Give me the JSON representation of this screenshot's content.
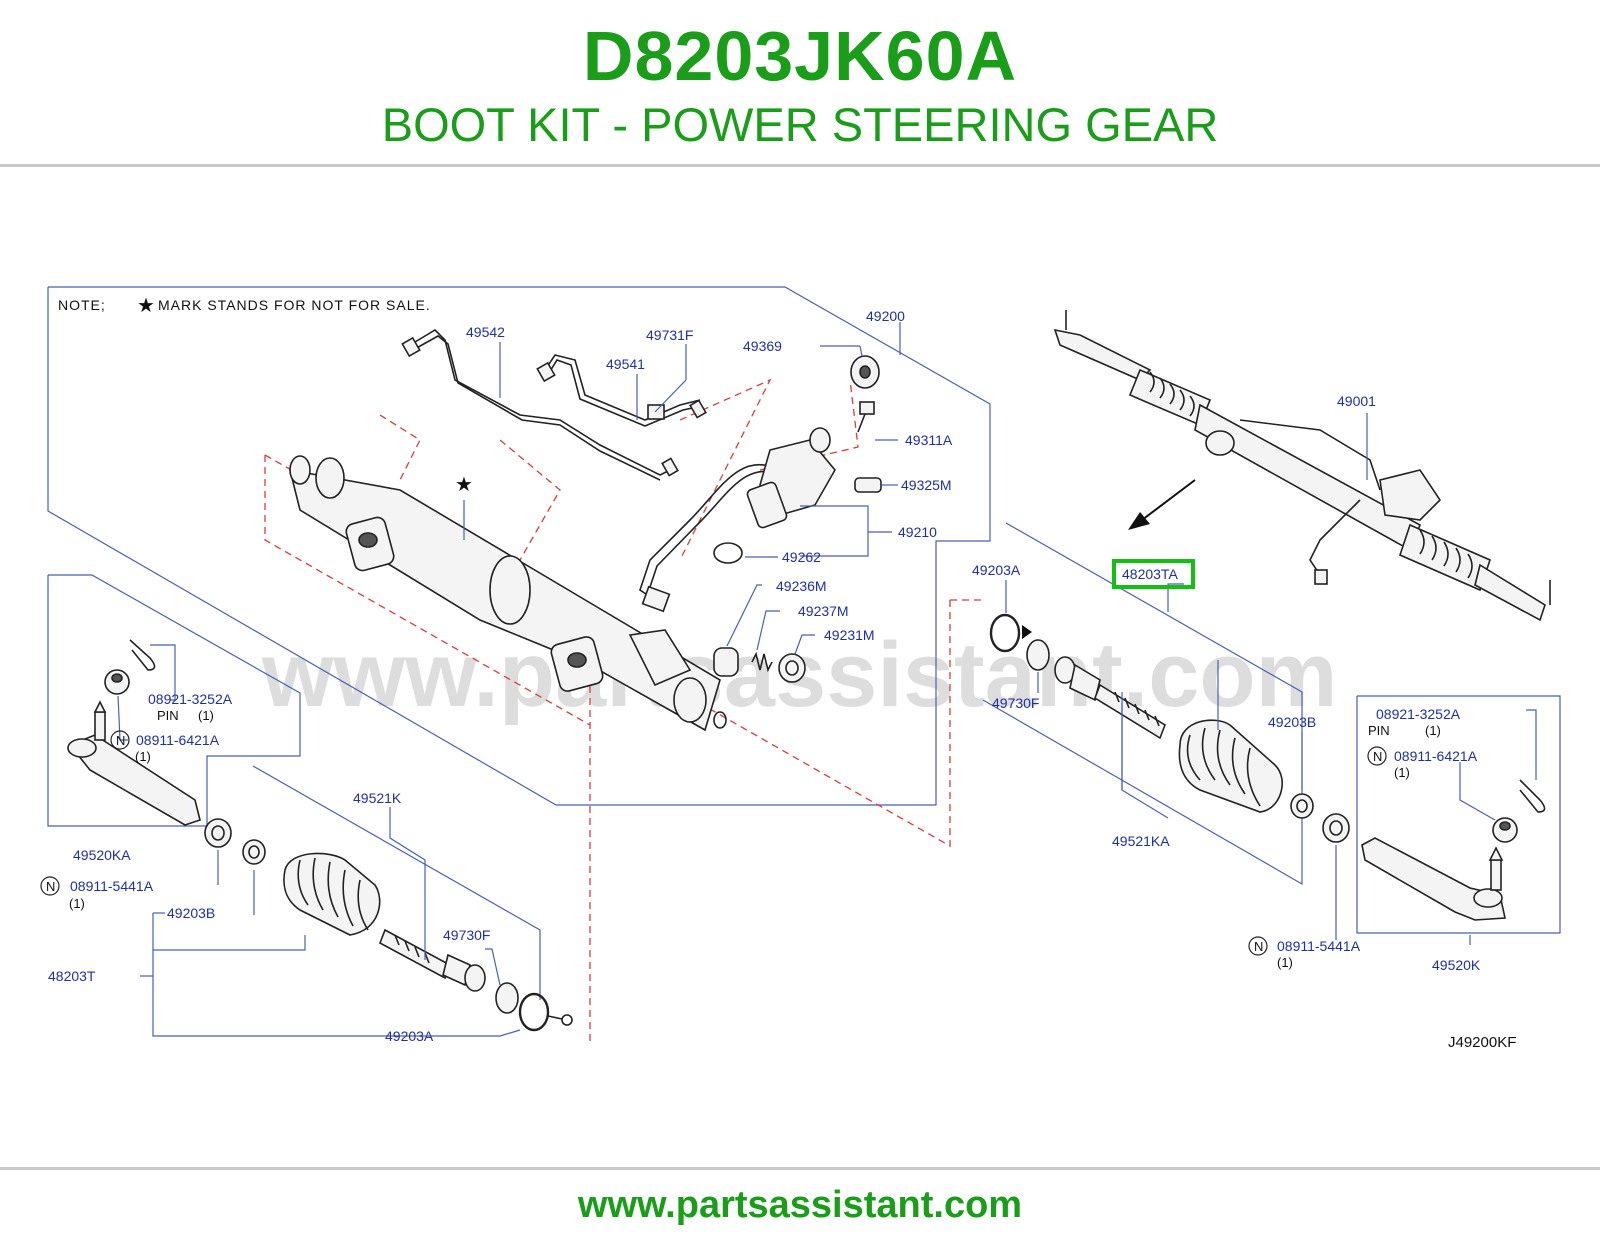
{
  "header": {
    "part_number": "D8203JK60A",
    "title": "BOOT KIT - POWER STEERING GEAR"
  },
  "colors": {
    "brand_green": "#1a9e1a",
    "label_blue": "#1f2fa8",
    "highlight_green": "#12c012",
    "dashed_red": "#e03a3a"
  },
  "diagram": {
    "note": "NOTE;",
    "note_text": "MARK   STANDS   FOR   NOT   FOR   SALE.",
    "watermark": "www.partsassistant.com",
    "code": "J49200KF",
    "highlighted_part": "48203TA",
    "labels": {
      "p49542": "49542",
      "p49731F": "49731F",
      "p49200": "49200",
      "p49541": "49541",
      "p49369": "49369",
      "p49311A": "49311A",
      "p49325M": "49325M",
      "p49210": "49210",
      "p49262": "49262",
      "p49236M": "49236M",
      "p49237M": "49237M",
      "p49231M": "49231M",
      "p49001": "49001",
      "p49203A_r": "49203A",
      "p48203TA": "48203TA",
      "p49730F_r": "49730F",
      "p49203B_r": "49203B",
      "p49521KA": "49521KA",
      "p08921_l": "08921-3252A",
      "pin_l": "PIN",
      "qty_pin_l": "(1)",
      "p08911_6421_l": "08911-6421A",
      "qty_6421_l": "(1)",
      "p49520KA": "49520KA",
      "p08911_5441_l": "08911-5441A",
      "qty_5441_l": "(1)",
      "p49203B_l": "49203B",
      "p48203T": "48203T",
      "p49521K": "49521K",
      "p49730F_l": "49730F",
      "p49203A_l": "49203A",
      "p08921_r": "08921-3252A",
      "pin_r": "PIN",
      "qty_pin_r": "(1)",
      "p08911_6421_r": "08911-6421A",
      "qty_6421_r": "(1)",
      "p08911_5441_r": "08911-5441A",
      "qty_5441_r": "(1)",
      "p49520K": "49520K",
      "n_marker": "N"
    }
  },
  "footer": {
    "url": "www.partsassistant.com"
  }
}
